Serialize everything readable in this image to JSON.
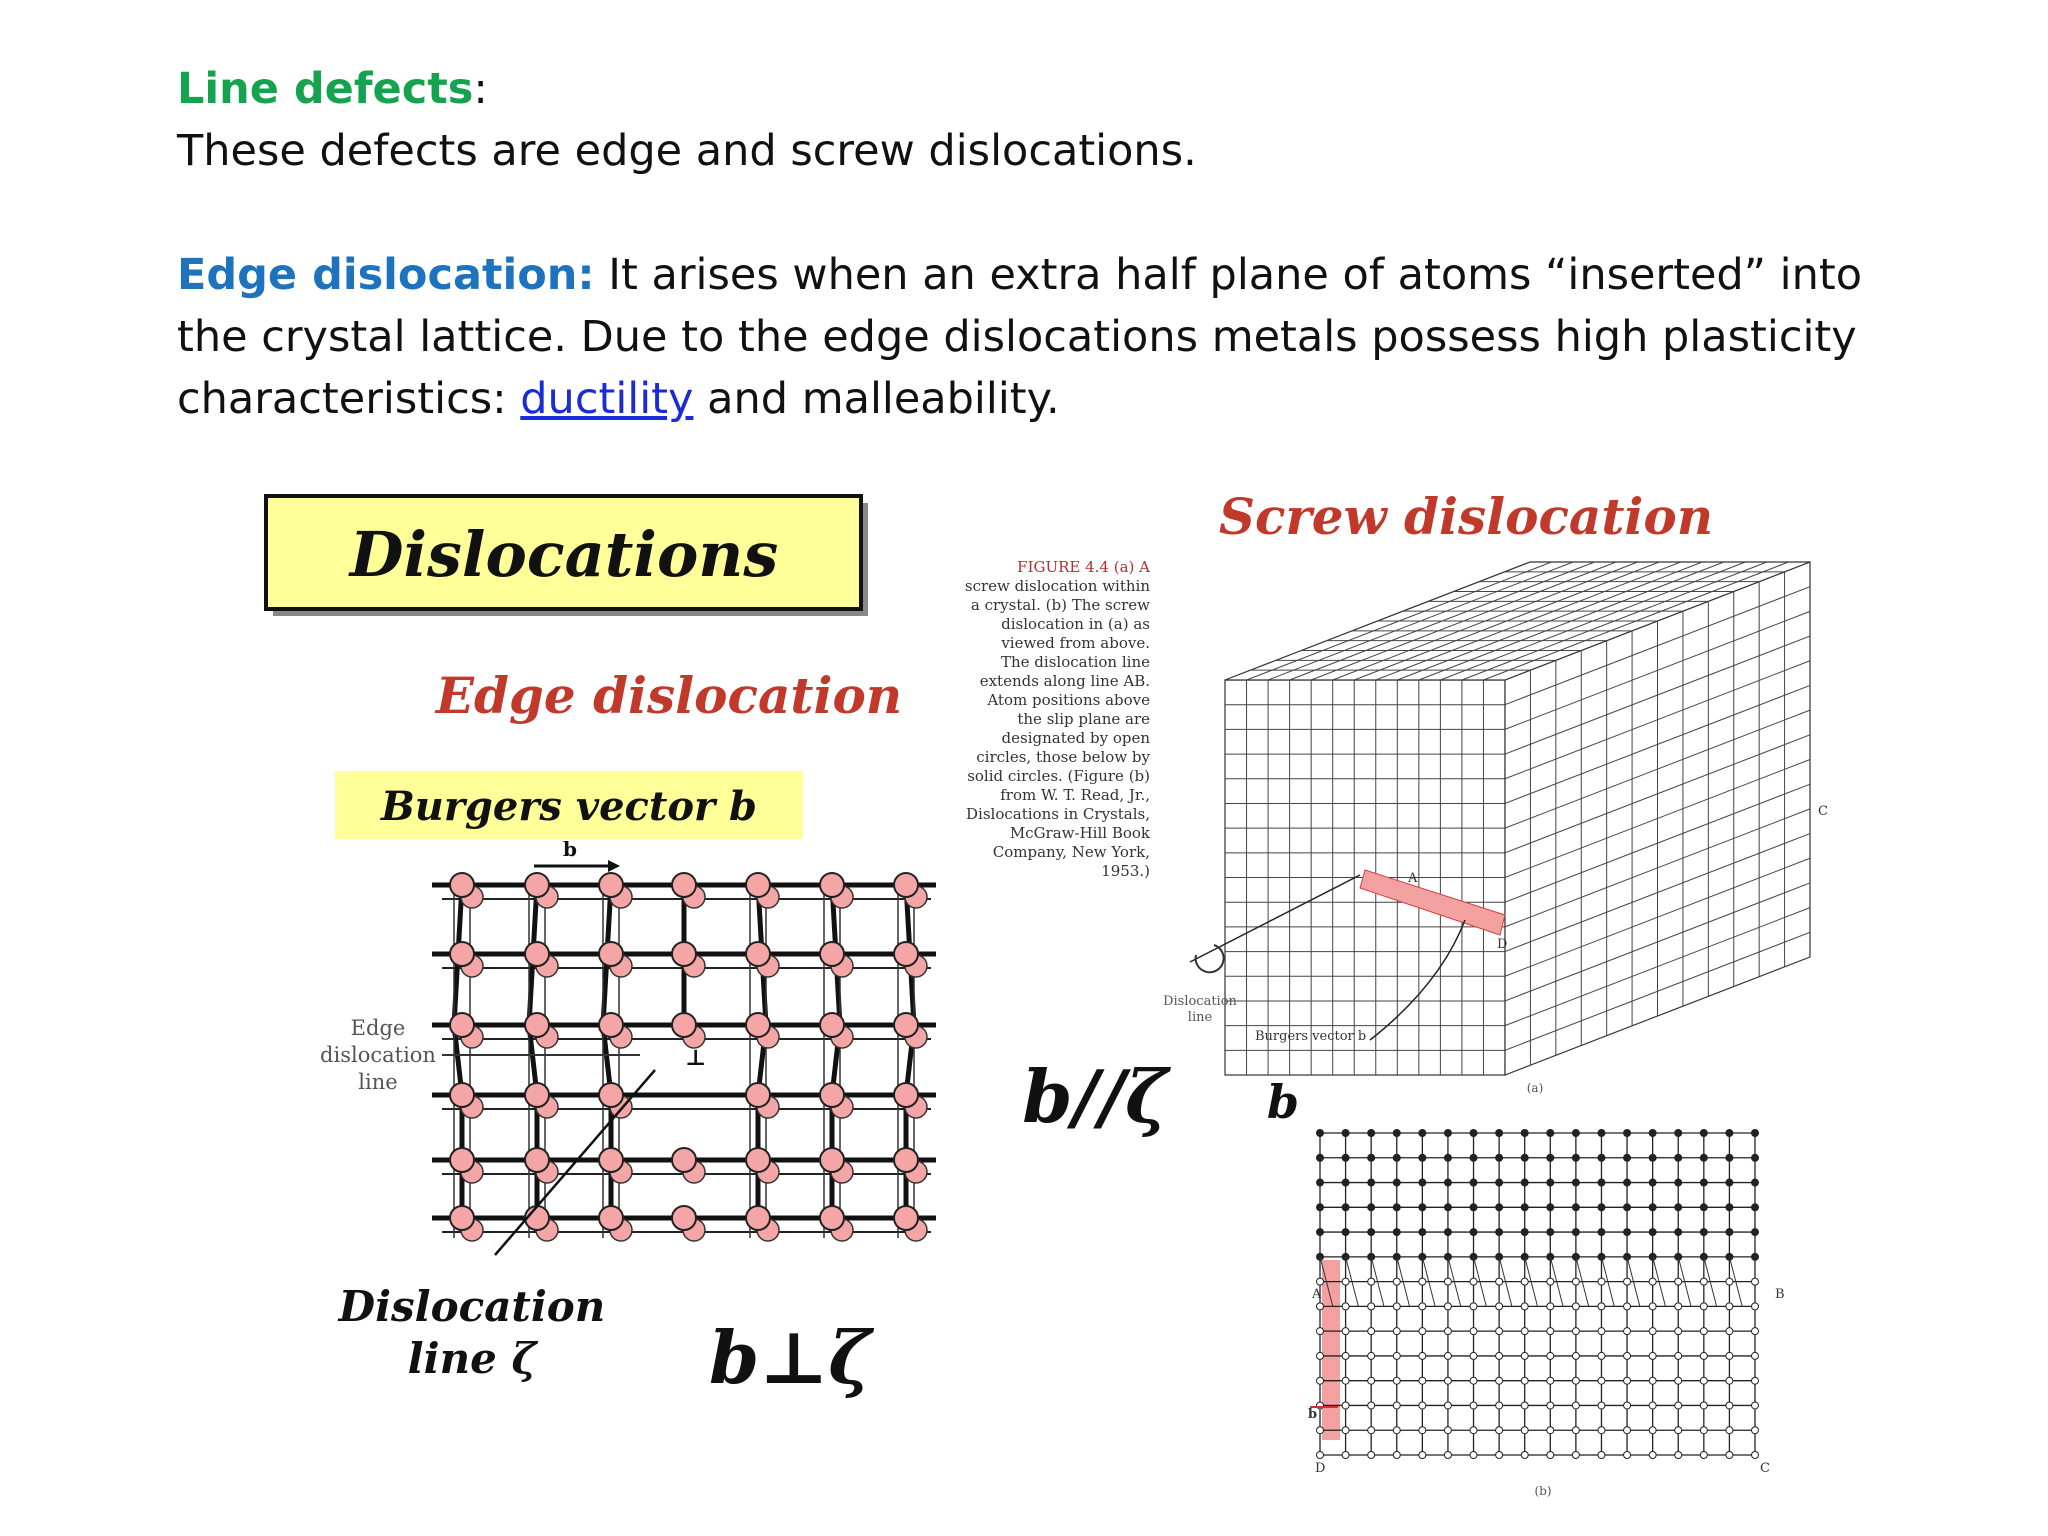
{
  "slide": {
    "heading": "Line defects",
    "heading_colon": ":",
    "intro": "These defects are edge and screw dislocations.",
    "edge_term": "Edge dislocation:",
    "edge_text_1": " It arises when an extra half plane of atoms “inserted” into the crystal lattice. Due to the edge dislocations metals possess high plasticity characteristics: ",
    "link_text": "ductility",
    "edge_text_2": " and malleability."
  },
  "figure": {
    "box_title": "Dislocations",
    "edge_title": "Edge dislocation",
    "burgers_banner": "Burgers vector b",
    "b_label": "b",
    "edge_line_label": [
      "Edge",
      "dislocation",
      "line"
    ],
    "disloc_line_label": [
      "Dislocation",
      "line ζ"
    ],
    "perp_formula": "b⊥ζ",
    "parallel_formula": "b//ζ",
    "b_symbol": "b",
    "screw_title": "Screw dislocation",
    "caption_lines": [
      "FIGURE 4.4  (a) A",
      "screw dislocation within",
      "a crystal. (b) The screw",
      "dislocation in (a) as",
      "viewed from above.",
      "The dislocation line",
      "extends along line AB.",
      "Atom positions above",
      "the slip plane are",
      "designated by open",
      "circles, those below by",
      "solid circles. (Figure (b)",
      "from W. T. Read, Jr.,",
      "Dislocations in Crystals,",
      "McGraw-Hill Book",
      "Company, New York,",
      "1953.)"
    ],
    "screw_labels": {
      "A": "A",
      "C": "C",
      "D": "D",
      "dislocation_line": [
        "Dislocation",
        "line"
      ],
      "burgers": "Burgers vector b",
      "sub_a": "(a)"
    },
    "grid_labels": {
      "A": "A",
      "B": "B",
      "C": "C",
      "D": "D",
      "b": "b",
      "sub_b": "(b)"
    }
  },
  "colors": {
    "heading_green": "#16a34f",
    "term_blue": "#1e73be",
    "link_blue": "#1a2bd8",
    "title_red": "#c0392b",
    "atom_pink": "#f4a6a6",
    "banner_yellow": "#ffff99"
  }
}
